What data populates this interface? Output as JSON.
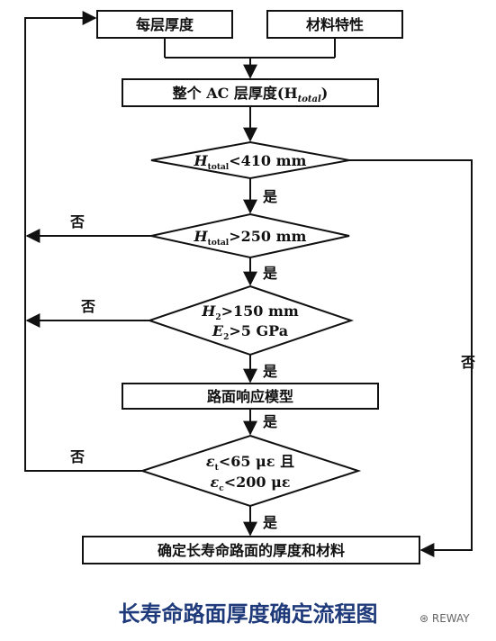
{
  "boxes": {
    "layer_thickness": "每层厚度",
    "material_properties": "材料特性",
    "total_thickness": "整个 AC 层厚度(H",
    "total_thickness_sub": "total",
    "total_thickness_end": ")",
    "response_model": "路面响应模型",
    "final": "确定长寿命路面的厚度和材料"
  },
  "decisions": {
    "d1_pre": "H",
    "d1_sub": "total",
    "d1_post": "<410 mm",
    "d2_pre": "H",
    "d2_sub": "total",
    "d2_post": ">250 mm",
    "d3_line1_pre": "H",
    "d3_line1_sub": "2",
    "d3_line1_post": ">150 mm",
    "d3_line2_pre": "E",
    "d3_line2_sub": "2",
    "d3_line2_post": ">5 GPa",
    "d4_line1_pre": "ε",
    "d4_line1_sub": "t",
    "d4_line1_post": "<65  με  且",
    "d4_line2_pre": "ε",
    "d4_line2_sub": "c",
    "d4_line2_post": "<200  με"
  },
  "labels": {
    "yes": "是",
    "no": "否"
  },
  "caption": "长寿命路面厚度确定流程图",
  "watermark": "REWAY"
}
